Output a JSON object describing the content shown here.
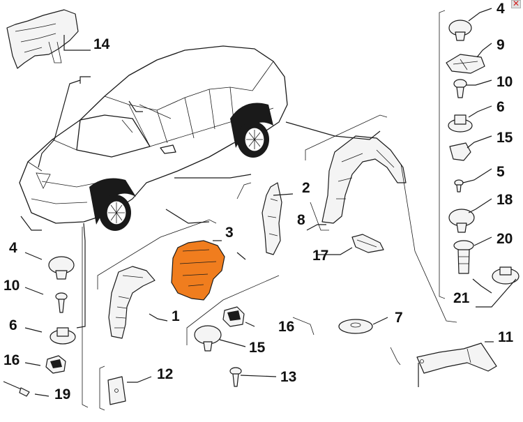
{
  "diagram": {
    "highlight_color": "#f07d1e",
    "callouts": {
      "c1": "1",
      "c2": "2",
      "c3": "3",
      "c4a": "4",
      "c4b": "4",
      "c5": "5",
      "c6a": "6",
      "c6b": "6",
      "c7": "7",
      "c8": "8",
      "c9": "9",
      "c10a": "10",
      "c10b": "10",
      "c11": "11",
      "c12": "12",
      "c13": "13",
      "c14": "14",
      "c15a": "15",
      "c15b": "15",
      "c16a": "16",
      "c16b": "16",
      "c17": "17",
      "c18": "18",
      "c19": "19",
      "c20": "20",
      "c21": "21"
    }
  },
  "window": {
    "close_icon": "close-icon"
  }
}
